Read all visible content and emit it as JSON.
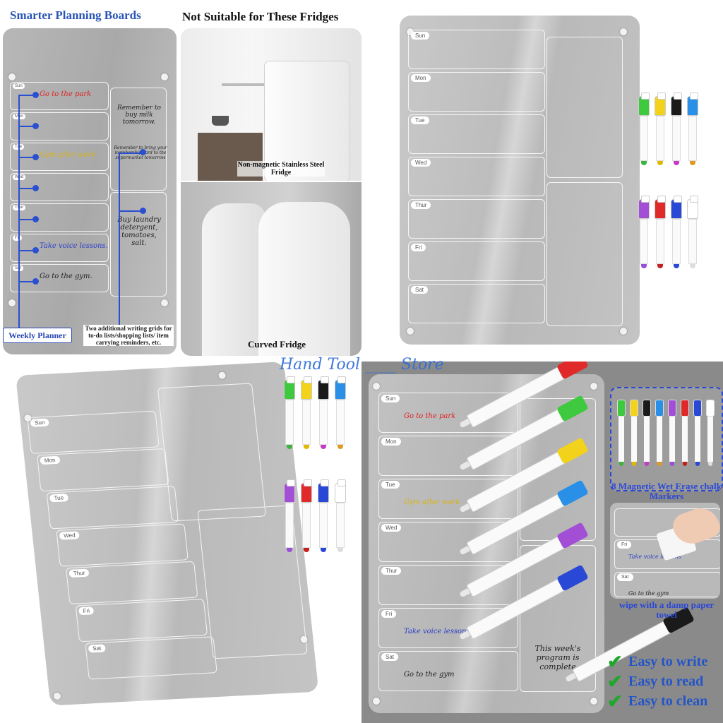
{
  "top_left": {
    "title_left": "Smarter Planning Boards",
    "title_right": "Not Suitable for These Fridges",
    "days": [
      "Sun",
      "Mon",
      "Tue",
      "Wed",
      "Thur",
      "Fri",
      "Sat"
    ],
    "entries": [
      {
        "text": "Go to the park",
        "color": "#e02020"
      },
      {
        "text": "",
        "color": "#3cb43c"
      },
      {
        "text": "Gym after work",
        "color": "#d9b310"
      },
      {
        "text": "",
        "color": "#2f8fe0"
      },
      {
        "text": "",
        "color": "#9a4fd8"
      },
      {
        "text": "Take voice lessons.",
        "color": "#2a3ec9"
      },
      {
        "text": "Go to the gym.",
        "color": "#222222"
      }
    ],
    "note1": "Remember to buy milk tomorrow.",
    "note2": "Remember to bring your membership card to the supermarket tomorrow",
    "note3": "Buy laundry detergent, tomatoes, salt.",
    "caption_weekly": "Weekly Planner",
    "caption_grids": "Two additional writing grids for to-do lists/shopping lists/ item carrying reminders, etc.",
    "fridge1": "Non-magnetic Stainless Steel Fridge",
    "fridge2": "Curved Fridge"
  },
  "top_right": {
    "days": [
      "Sun",
      "Mon",
      "Tue",
      "Wed",
      "Thur",
      "Fri",
      "Sat"
    ]
  },
  "bottom_left": {
    "days": [
      "Sun",
      "Mon",
      "Tue",
      "Wed",
      "Thur",
      "Fri",
      "Sat"
    ]
  },
  "watermark": "Hand Tool ____ Store",
  "bottom_right": {
    "days": [
      "Sun",
      "Mon",
      "Tue",
      "Wed",
      "Thur",
      "Fri",
      "Sat"
    ],
    "entries": [
      {
        "text": "Go to the park",
        "color": "#e02020"
      },
      {
        "text": "",
        "color": "#3cb43c"
      },
      {
        "text": "Gym after work",
        "color": "#d9b310"
      },
      {
        "text": "",
        "color": "#2f8fe0"
      },
      {
        "text": "",
        "color": "#9a4fd8"
      },
      {
        "text": "Take voice lessons",
        "color": "#2a3ec9"
      },
      {
        "text": "Go to the gym",
        "color": "#222222"
      }
    ],
    "complete_note": "This week's program is complete",
    "markers_label": "8 Magnetic Wet Erase chalk Markers",
    "wipe_label": "wipe with a damp paper towel",
    "mini_days": [
      "Fri",
      "Sat"
    ],
    "mini_text1": "Take voice lessons",
    "mini_text2": "Go to the gym",
    "features": [
      "Easy to write",
      "Easy to read",
      "Easy to clean"
    ]
  },
  "marker_colors": [
    "#3ec93e",
    "#f2d21b",
    "#1a1a1a",
    "#2a8fe6",
    "#a24fd6",
    "#e02a2a",
    "#2a48d6",
    "#ffffff"
  ],
  "marker_tips": [
    "#3cb43c",
    "#e0b800",
    "#c43cc4",
    "#e09a20",
    "#9a4fd8",
    "#c42020",
    "#2a48d6",
    "#dddddd"
  ]
}
